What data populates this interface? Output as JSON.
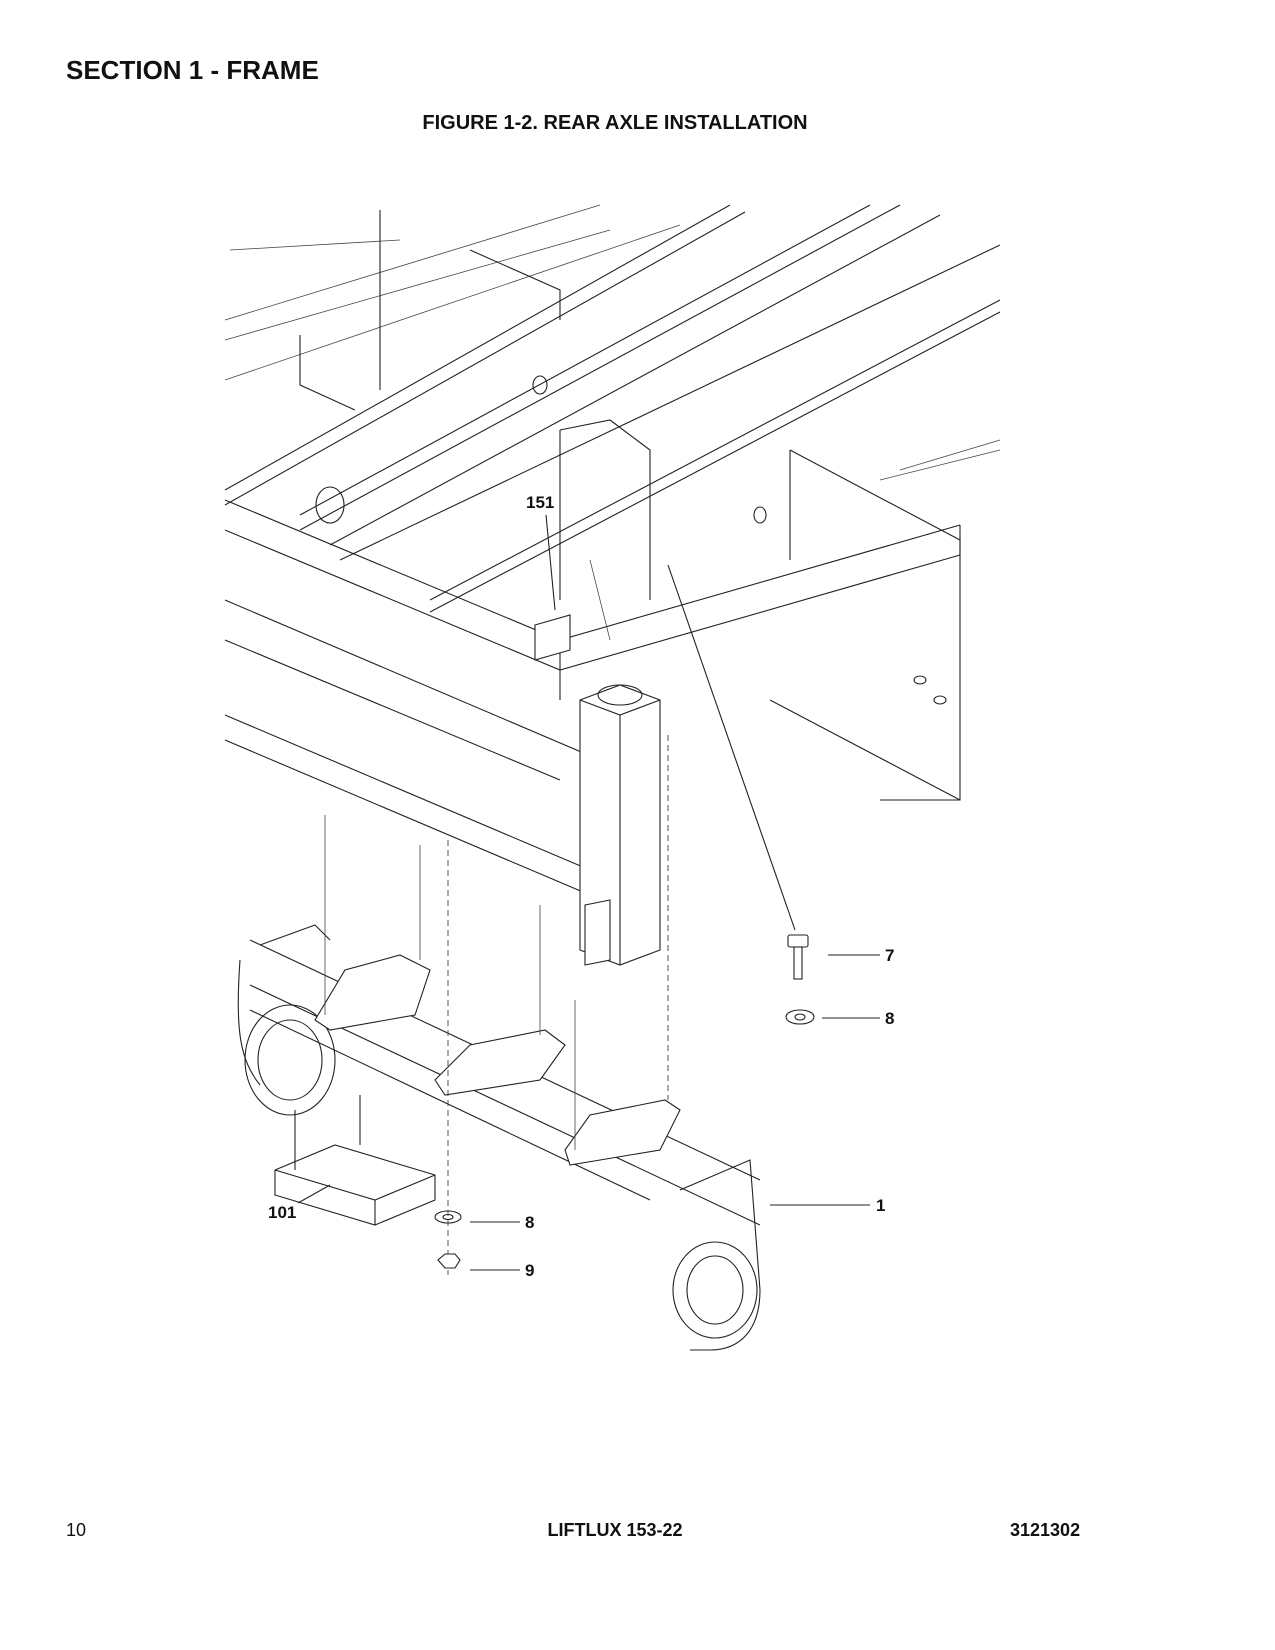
{
  "header": {
    "section_title": "SECTION 1 - FRAME",
    "figure_title": "FIGURE 1-2. REAR AXLE INSTALLATION"
  },
  "callouts": {
    "c151": "151",
    "c7": "7",
    "c8a": "8",
    "c8b": "8",
    "c9": "9",
    "c1": "1",
    "c101": "101"
  },
  "footer": {
    "page_number": "10",
    "model": "LIFTLUX 153-22",
    "document_number": "3121302"
  }
}
